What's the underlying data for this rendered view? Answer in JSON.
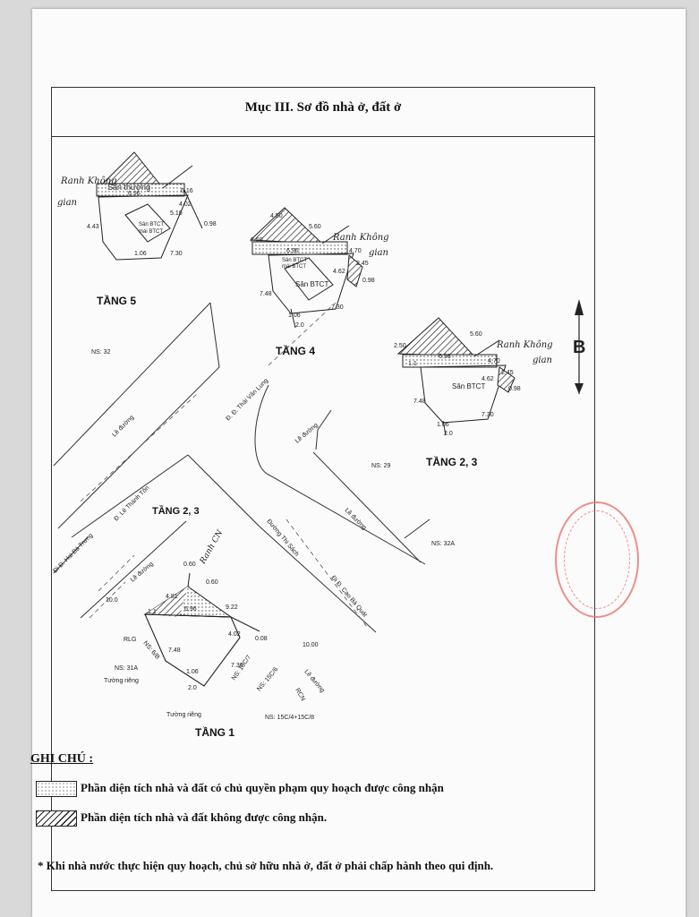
{
  "section_title": "Mục III. Sơ đồ nhà ở, đất ở",
  "floors": {
    "t5": "TẦNG 5",
    "t4": "TẦNG 4",
    "t23_right": "TẦNG 2, 3",
    "t23_left": "TẦNG 2, 3",
    "t1": "TẦNG 1"
  },
  "plan_labels": {
    "san_thuong": "Sân thượng",
    "san_btct_mai": "Sân BTCT",
    "mai_btct": "mái BTCT",
    "san_btct": "Sân BTCT",
    "ranh_khong_gian": "Ranh Không gian",
    "ranh_khong": "Ranh Không",
    "gian": "gian",
    "ranh_cn": "Ranh CN",
    "compass": "B"
  },
  "dims": {
    "d696": "6.96",
    "d510": "5.10",
    "d450": "4.50",
    "d560": "5.60",
    "d616": "6.16",
    "d402": "4.02",
    "d408": "0.08",
    "d443": "4.43",
    "d106": "1.06",
    "d730": "7.30",
    "d748": "7.48",
    "d462": "4.62",
    "d250": "2.50",
    "d245": "2.45",
    "d470": "4.70",
    "d098": "0.98",
    "d20": "2.0",
    "d11": "1.1",
    "d481": "4.81",
    "d060": "0.60",
    "d922": "9.22",
    "d1000": "10.00",
    "d100": "10.0"
  },
  "streets": {
    "le_duong_1": "Lề đường",
    "le_duong_2": "Lề đường",
    "le_duong_3": "Lề đường",
    "le_duong_4": "Lề đường",
    "le_duong_5": "Lề đường",
    "thai_van_lung": "Đ. Đ. Thái Văn Lung",
    "le_thanh_ton": "Đ. Lê Thánh Tôn",
    "hai_ba_trung": "Đi Đ. Hai Bà Trưng",
    "thi_sach": "Đường Thi Sách",
    "cao_ba_quat": "Đi Đ. Cao Bá Quát"
  },
  "numbers": {
    "ns32": "NS: 32",
    "ns29": "NS: 29",
    "ns32a": "NS: 32A",
    "ns31a": "NS: 31A",
    "ns15c8": "NS: 15C/4+15C/8",
    "ns6b": "NS: 6/B",
    "ns15c7": "NS: 15C/7",
    "ns15c6": "NS: 15C/6",
    "rlg": "RLG",
    "rcn": "RCN",
    "tuong_rieng_1": "Tường riêng",
    "tuong_rieng_2": "Tường riêng"
  },
  "legend": {
    "title": "GHI CHÚ :",
    "item1": "Phần diện tích nhà và đất có chủ quyền phạm quy hoạch được công nhận",
    "item2": "Phần diện tích nhà và đất không được công nhận.",
    "note": "* Khi nhà nước thực hiện quy hoạch, chủ sở hữu nhà ở, đất ở phải chấp hành theo qui định."
  }
}
